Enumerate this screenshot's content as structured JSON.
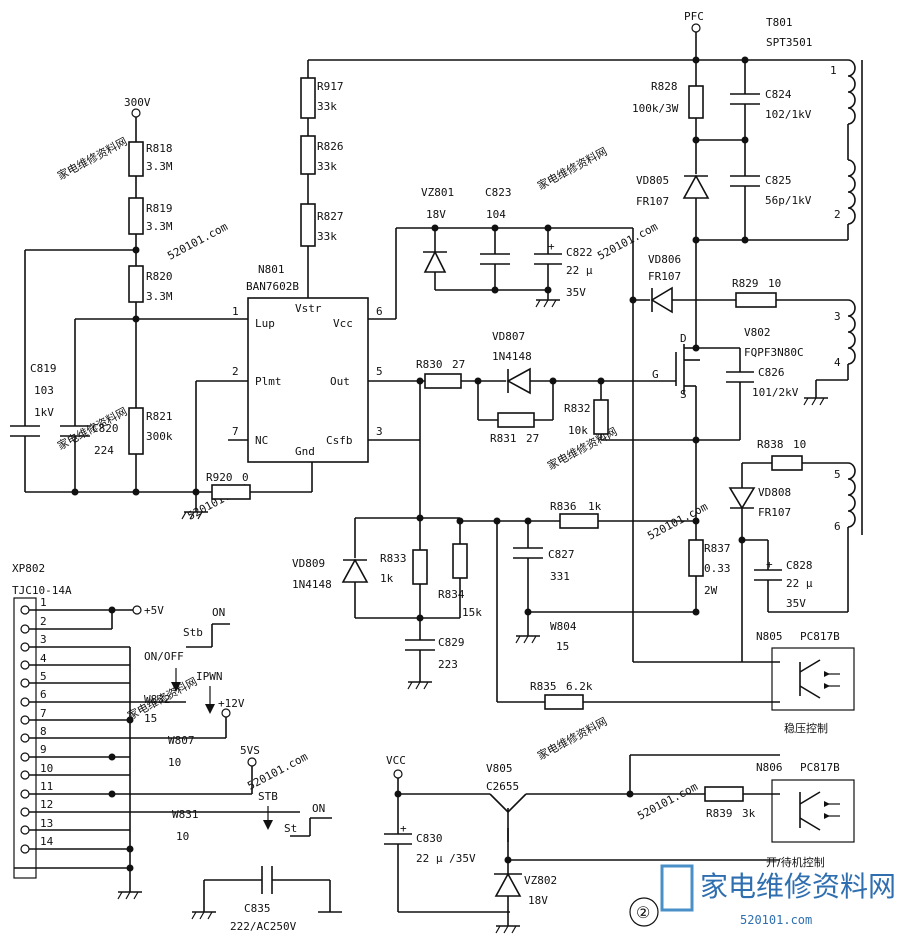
{
  "watermark": {
    "text1": "家电维修资料网",
    "text2": "520101.com",
    "logo_text": "家电维修资料网",
    "logo_url": "520101.com",
    "page_marker": "②"
  },
  "nets": {
    "pfc": "PFC",
    "v300": "300V",
    "vcc": "VCC",
    "plus5v": "+5V",
    "plus12v": "+12V",
    "v5vs": "5VS"
  },
  "ic": {
    "ref": "N801",
    "part": "BAN7602B",
    "pins": {
      "lup": "Lup",
      "plmt": "Plmt",
      "nc": "NC",
      "vstr": "Vstr",
      "vcc": "Vcc",
      "out": "Out",
      "gnd": "Gnd",
      "csfb": "Csfb"
    },
    "pin_numbers": {
      "p1": "1",
      "p2": "2",
      "p7": "7",
      "p6": "6",
      "p5": "5",
      "p3": "3"
    }
  },
  "transformer": {
    "ref": "T801",
    "part": "SPT3501",
    "pins": [
      "1",
      "2",
      "3",
      "4",
      "5",
      "6"
    ]
  },
  "resistors": {
    "r818": {
      "ref": "R818",
      "value": "3.3M"
    },
    "r819": {
      "ref": "R819",
      "value": "3.3M"
    },
    "r820": {
      "ref": "R820",
      "value": "3.3M"
    },
    "r821": {
      "ref": "R821",
      "value": "300k"
    },
    "r917": {
      "ref": "R917",
      "value": "33k"
    },
    "r826": {
      "ref": "R826",
      "value": "33k"
    },
    "r827": {
      "ref": "R827",
      "value": "33k"
    },
    "r920": {
      "ref": "R920",
      "value": "0"
    },
    "r828": {
      "ref": "R828",
      "value": "100k/3W"
    },
    "r829": {
      "ref": "R829",
      "value": "10"
    },
    "r830": {
      "ref": "R830",
      "value": "27"
    },
    "r831": {
      "ref": "R831",
      "value": "27"
    },
    "r832": {
      "ref": "R832",
      "value": "10k"
    },
    "r838": {
      "ref": "R838",
      "value": "10"
    },
    "r833": {
      "ref": "R833",
      "value": "1k"
    },
    "r834": {
      "ref": "R834",
      "value": "15k"
    },
    "r836": {
      "ref": "R836",
      "value": "1k"
    },
    "r837": {
      "ref": "R837",
      "value": "0.33",
      "value2": "2W"
    },
    "r835": {
      "ref": "R835",
      "value": "6.2k"
    },
    "r839": {
      "ref": "R839",
      "value": "3k"
    }
  },
  "capacitors": {
    "c819": {
      "ref": "C819",
      "value": "103",
      "value2": "1kV"
    },
    "c820": {
      "ref": "C820",
      "value": "224"
    },
    "c823": {
      "ref": "C823",
      "value": "104"
    },
    "c822": {
      "ref": "C822",
      "value": "22 μ",
      "value2": "35V"
    },
    "c824": {
      "ref": "C824",
      "value": "102/1kV"
    },
    "c825": {
      "ref": "C825",
      "value": "56p/1kV"
    },
    "c826": {
      "ref": "C826",
      "value": "101/2kV"
    },
    "c827": {
      "ref": "C827",
      "value": "331"
    },
    "c828": {
      "ref": "C828",
      "value": "22 μ",
      "value2": "35V"
    },
    "c829": {
      "ref": "C829",
      "value": "223"
    },
    "c830": {
      "ref": "C830",
      "value": "22 μ /35V"
    },
    "c835": {
      "ref": "C835",
      "value": "222/AC250V"
    }
  },
  "diodes": {
    "vz801": {
      "ref": "VZ801",
      "value": "18V"
    },
    "vd805": {
      "ref": "VD805",
      "value": "FR107"
    },
    "vd806": {
      "ref": "VD806",
      "value": "FR107"
    },
    "vd807": {
      "ref": "VD807",
      "value": "1N4148"
    },
    "vd808": {
      "ref": "VD808",
      "value": "FR107"
    },
    "vd809": {
      "ref": "VD809",
      "value": "1N4148"
    },
    "vz802": {
      "ref": "VZ802",
      "value": "18V"
    }
  },
  "transistors": {
    "v802": {
      "ref": "V802",
      "part": "FQPF3N80C",
      "g": "G",
      "d": "D",
      "s": "S"
    },
    "v805": {
      "ref": "V805",
      "part": "C2655"
    }
  },
  "jumpers": {
    "w804": {
      "ref": "W804",
      "value": "15"
    },
    "w832": {
      "ref": "W832",
      "value": "15"
    },
    "w807": {
      "ref": "W807",
      "value": "10"
    },
    "w831": {
      "ref": "W831",
      "value": "10"
    }
  },
  "optos": {
    "n805": {
      "ref": "N805",
      "part": "PC817B",
      "caption": "稳压控制"
    },
    "n806": {
      "ref": "N806",
      "part": "PC817B",
      "caption": "开/待机控制"
    }
  },
  "connector": {
    "ref": "XP802",
    "part": "TJC10-14A",
    "pins": [
      "1",
      "2",
      "3",
      "4",
      "5",
      "6",
      "7",
      "8",
      "9",
      "10",
      "11",
      "12",
      "13",
      "14"
    ],
    "labels": {
      "stb_upper": "Stb",
      "on_upper": "ON",
      "on_off": "ON/OFF",
      "ipwn": "IPWN",
      "stb_mid": "STB",
      "st_lower": "St",
      "on_lower": "ON"
    }
  }
}
